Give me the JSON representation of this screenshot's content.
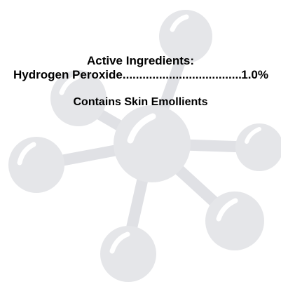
{
  "label": {
    "heading": "Active Ingredients:",
    "ingredient": {
      "name": "Hydrogen Peroxide",
      "amount": "1.0%"
    },
    "note": "Contains Skin Emollients"
  },
  "watermark": {
    "icon": "molecule-icon",
    "sphere_color": "#e5e6e9",
    "bond_color": "#e0e1e5",
    "highlight_color": "#ffffff"
  }
}
